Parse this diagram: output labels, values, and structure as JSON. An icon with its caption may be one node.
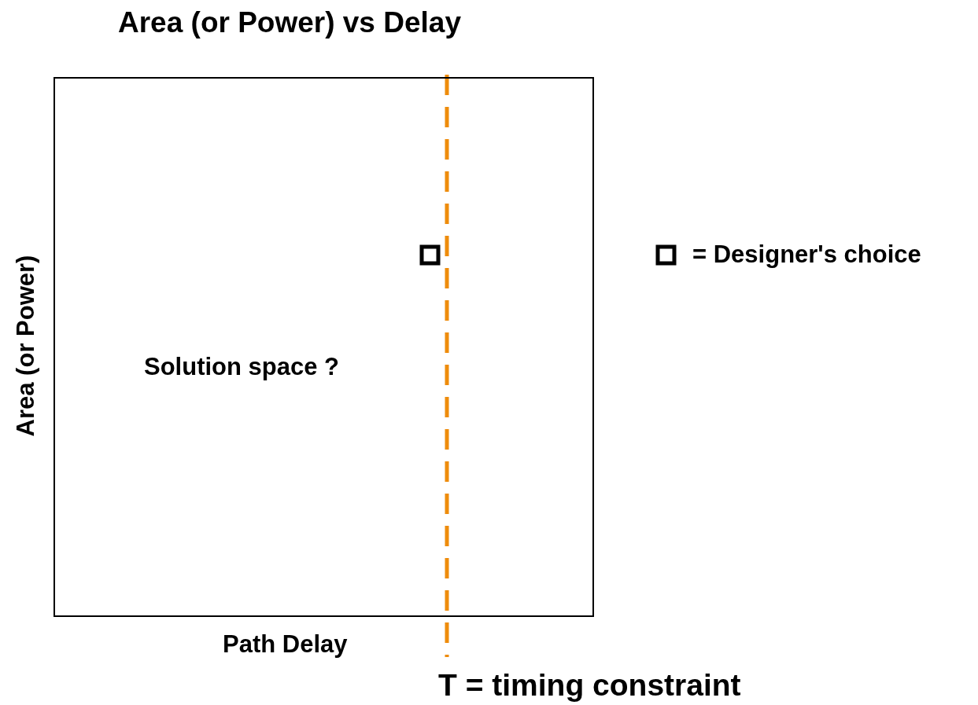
{
  "diagram": {
    "title": "Area (or Power) vs Delay",
    "nodes": [
      {
        "text": [
          "Solution space ?"
        ]
      }
    ],
    "labels": [
      "Area (or Power)",
      "Path Delay",
      "T = timing constraint"
    ],
    "legend": [
      {
        "text": "= Designer's choice"
      }
    ]
  }
}
